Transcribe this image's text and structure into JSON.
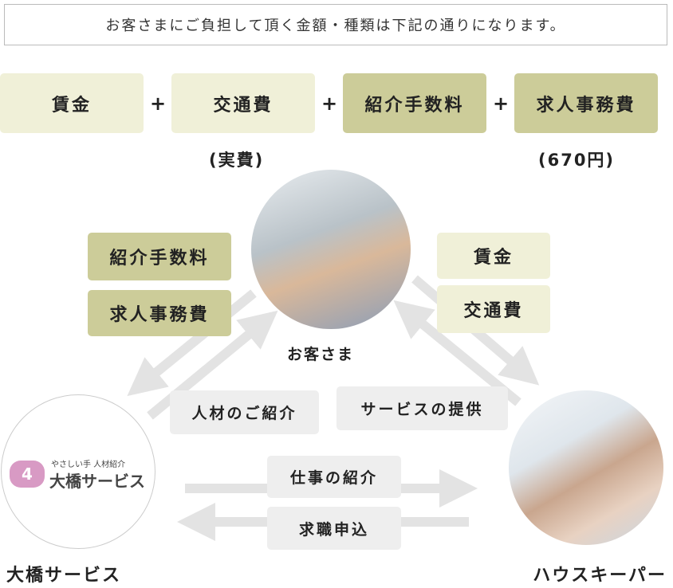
{
  "notice": "お客さまにご負担して頂く金額・種類は下記の通りになります。",
  "formula": {
    "items": [
      "賃金",
      "交通費",
      "紹介手数料",
      "求人事務費"
    ],
    "plus": "+",
    "notes": {
      "transport": "(実費)",
      "admin": "(670円)"
    }
  },
  "customer": {
    "label": "お客さま"
  },
  "customer_to_agency": [
    "紹介手数料",
    "求人事務費"
  ],
  "customer_to_keeper": [
    "賃金",
    "交通費"
  ],
  "flows": {
    "agency_to_customer": "人材のご紹介",
    "keeper_to_customer": "サービスの提供",
    "agency_to_keeper": "仕事の紹介",
    "keeper_to_agency": "求職申込"
  },
  "agency": {
    "tagline": "やさしい手 人材紹介",
    "logo_name": "大橋サービス",
    "label": "大橋サービス"
  },
  "keeper": {
    "label": "ハウスキーパー"
  },
  "colors": {
    "light": "#f0f0d8",
    "dark": "#cccc99",
    "arrow": "#e3e3e3",
    "logo": "#d89ac4"
  }
}
